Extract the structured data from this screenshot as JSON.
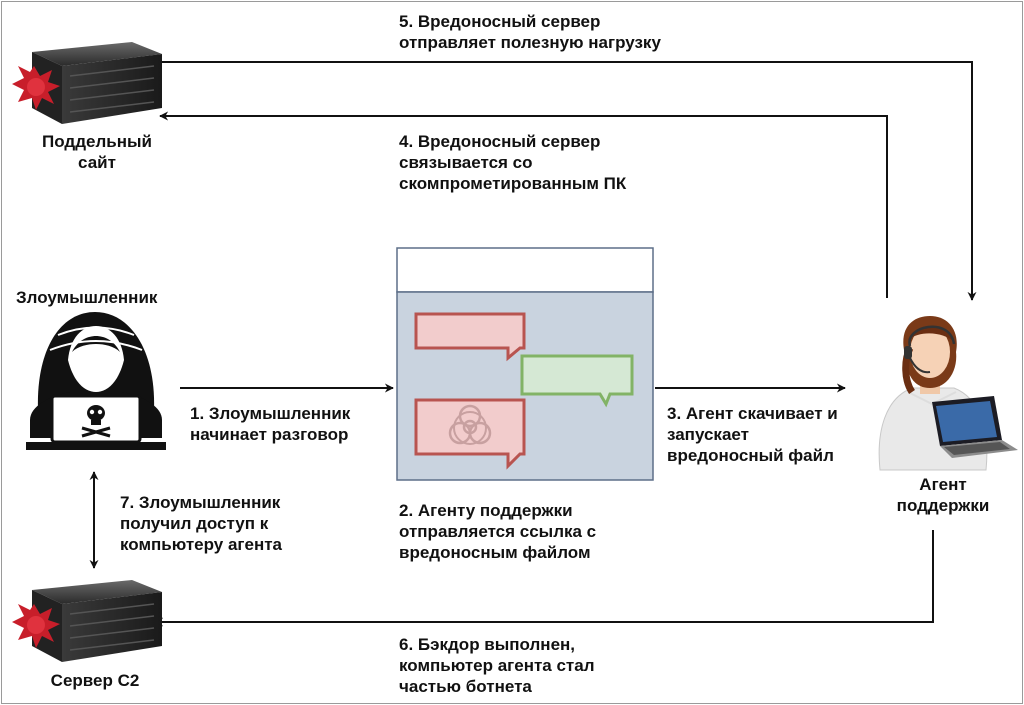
{
  "nodes": {
    "fake_site": {
      "label": [
        "Поддельный",
        "сайт"
      ]
    },
    "attacker": {
      "label": "Злоумышленник"
    },
    "c2_server": {
      "label": "Сервер C2"
    },
    "agent": {
      "label": [
        "Агент",
        "поддержки"
      ]
    }
  },
  "steps": {
    "s1": [
      "1. Злоумышленник",
      "начинает разговор"
    ],
    "s2": [
      "2. Агенту поддержки",
      "отправляется ссылка с",
      "вредоносным файлом"
    ],
    "s3": [
      "3. Агент скачивает и",
      "запускает",
      "вредоносный файл"
    ],
    "s4": [
      "4. Вредоносный сервер",
      "связывается со",
      "скомпрометированным ПК"
    ],
    "s5": [
      "5. Вредоносный сервер",
      "отправляет полезную нагрузку"
    ],
    "s6": [
      "6. Бэкдор выполнен,",
      "компьютер агента стал",
      "частью ботнета"
    ],
    "s7": [
      "7. Злоумышленник",
      "получил доступ к",
      "компьютеру агента"
    ]
  },
  "colors": {
    "arrow": "#111111",
    "malware_red": "#c81e2a",
    "chat_red_fill": "#f2cccc",
    "chat_red_stroke": "#b85450",
    "chat_green_fill": "#d5e8d4",
    "chat_green_stroke": "#82b366",
    "window_fill": "#c9d3df",
    "window_stroke": "#5d6f88"
  }
}
